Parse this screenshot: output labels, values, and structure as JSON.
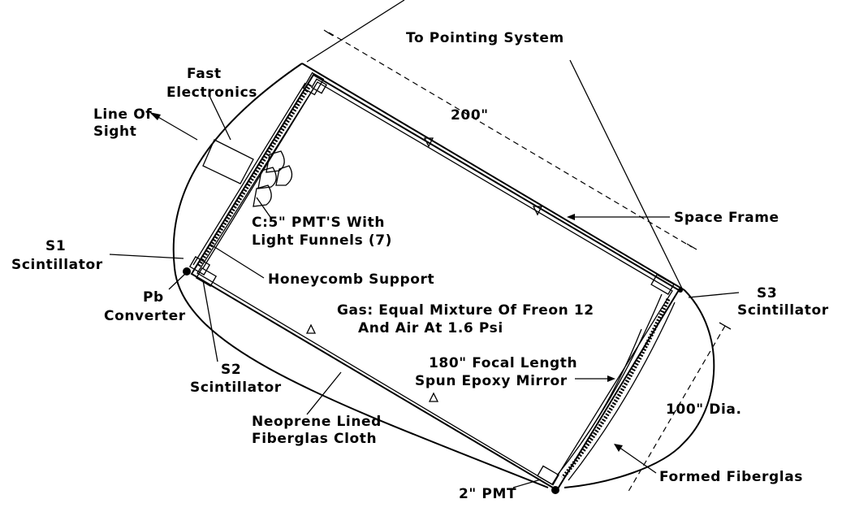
{
  "labels": {
    "to_pointing_system": "To Pointing System",
    "fast_electronics_1": "Fast",
    "fast_electronics_2": "Electronics",
    "line_of_sight_1": "Line Of",
    "line_of_sight_2": "Sight",
    "length_200": "200\"",
    "space_frame": "Space Frame",
    "pmts_1": "C:5\" PMT'S With",
    "pmts_2": "Light Funnels (7)",
    "s1_1": "S1",
    "s1_2": "Scintillator",
    "honeycomb": "Honeycomb Support",
    "s3_1": "S3",
    "s3_2": "Scintillator",
    "pb_1": "Pb",
    "pb_2": "Converter",
    "gas_1": "Gas: Equal Mixture Of Freon 12",
    "gas_2": "And Air At 1.6 Psi",
    "s2_1": "S2",
    "s2_2": "Scintillator",
    "mirror_1": "180\" Focal Length",
    "mirror_2": "Spun Epoxy Mirror",
    "dia_100": "100\" Dia.",
    "neoprene_1": "Neoprene Lined",
    "neoprene_2": "Fiberglas Cloth",
    "formed": "Formed Fiberglas",
    "pmt_2": "2\" PMT"
  }
}
